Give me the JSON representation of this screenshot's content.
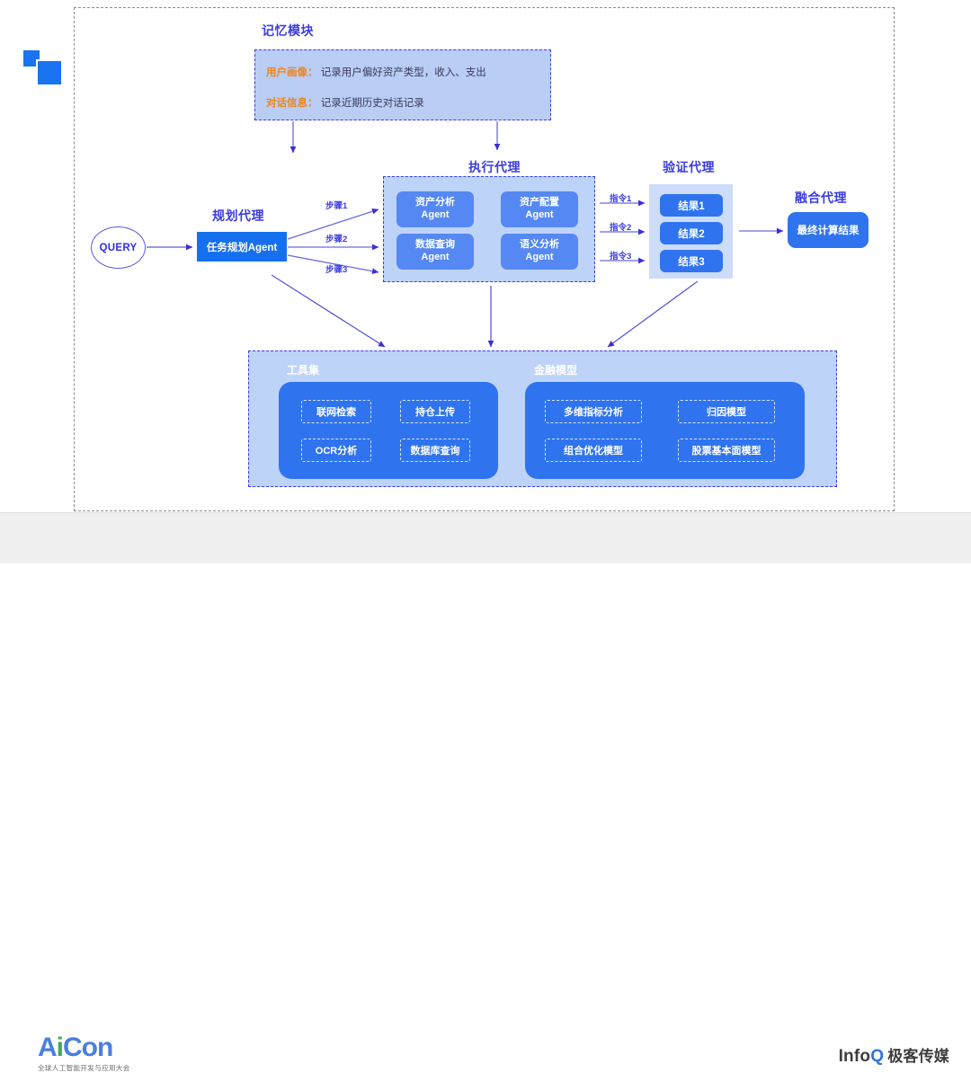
{
  "diagram": {
    "sections": {
      "memory_title": "记忆模块",
      "planner_title": "规划代理",
      "executor_title": "执行代理",
      "verifier_title": "验证代理",
      "fusion_title": "融合代理"
    },
    "memory": {
      "rows": [
        {
          "key": "用户画像：",
          "value": "记录用户偏好资产类型，收入、支出"
        },
        {
          "key": "对话信息：",
          "value": "记录近期历史对话记录"
        }
      ]
    },
    "query": {
      "label": "QUERY"
    },
    "planner": {
      "label": "任务规划Agent"
    },
    "step_labels": [
      "步骤1",
      "步骤2",
      "步骤3"
    ],
    "executor": {
      "agents": [
        {
          "line1": "资产分析",
          "line2": "Agent"
        },
        {
          "line1": "资产配置",
          "line2": "Agent"
        },
        {
          "line1": "数据查询",
          "line2": "Agent"
        },
        {
          "line1": "语义分析",
          "line2": "Agent"
        }
      ]
    },
    "command_labels": [
      "指令1",
      "指令2",
      "指令3"
    ],
    "verifier": {
      "results": [
        "结果1",
        "结果2",
        "结果3"
      ]
    },
    "fusion": {
      "label": "最终计算结果"
    },
    "bottom": {
      "groups": [
        {
          "title": "工具集",
          "items": [
            "联网检索",
            "持仓上传",
            "OCR分析",
            "数据库查询"
          ]
        },
        {
          "title": "金融模型",
          "items": [
            "多维指标分析",
            "归因模型",
            "组合优化模型",
            "股票基本面模型"
          ]
        }
      ]
    },
    "colors": {
      "accent_blue": "#1570ef",
      "chip_blue": "#2f74ee",
      "agent_blue": "#5588f2",
      "panel_fill": "#bdd3f8",
      "memory_fill": "#b9cdf5",
      "title_purple": "#3b3de0",
      "key_orange": "#f08418",
      "frame_gray": "#8c8c8c"
    }
  },
  "footer": {
    "brand_left": {
      "part1": "A",
      "part2": "i",
      "part3": "Con",
      "subtitle": "全球人工智能开发与应用大会"
    },
    "brand_right": {
      "info": "Info",
      "q": "Q",
      "cn": "极客传媒"
    }
  }
}
